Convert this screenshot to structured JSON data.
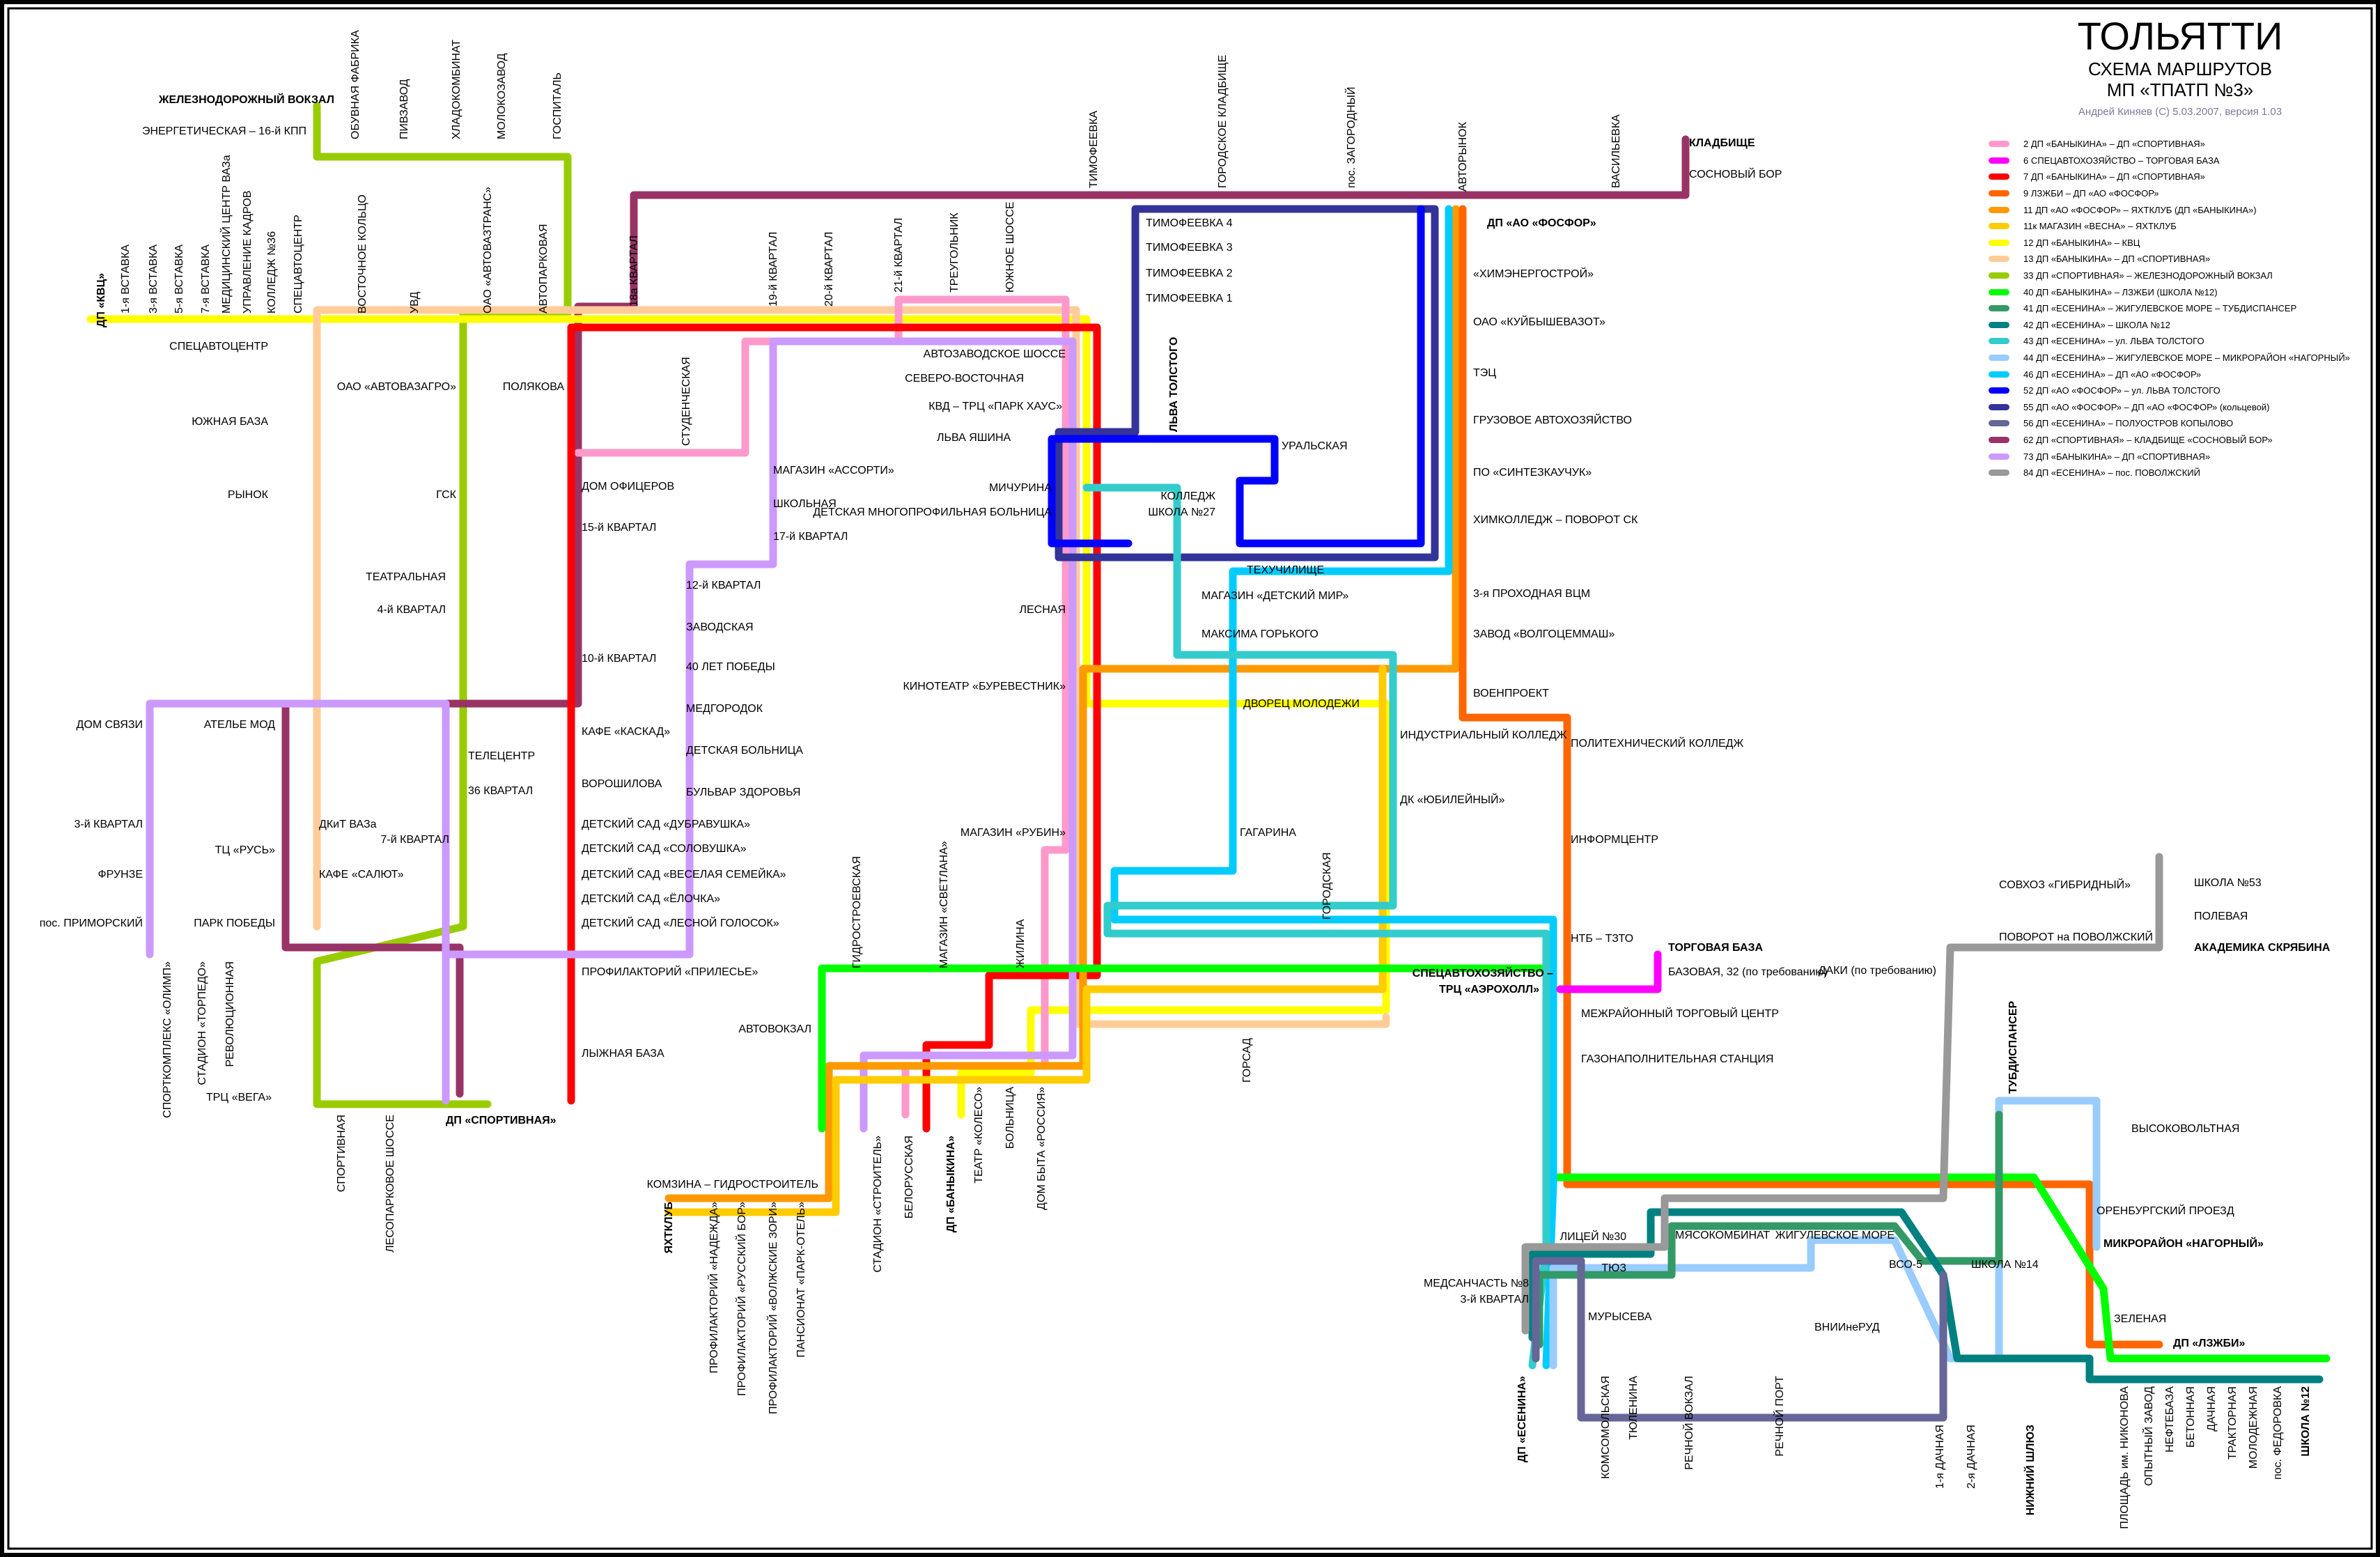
{
  "header": {
    "title": "ТОЛЬЯТТИ",
    "subtitle1": "СХЕМА МАРШРУТОВ",
    "subtitle2": "МП «ТПАТП №3»",
    "credit": "Андрей Киняев (С) 5.03.2007, версия 1.03"
  },
  "legend": [
    {
      "label": "2 ДП «БАНЫКИНА» – ДП «СПОРТИВНАЯ»",
      "color": "#ff99cc"
    },
    {
      "label": "6 СПЕЦАВТОХОЗЯЙСТВО – ТОРГОВАЯ БАЗА",
      "color": "#ff00ff"
    },
    {
      "label": "7 ДП «БАНЫКИНА» – ДП «СПОРТИВНАЯ»",
      "color": "#ff0000"
    },
    {
      "label": "9 ЛЗЖБИ – ДП «АО «ФОСФОР»",
      "color": "#ff6600"
    },
    {
      "label": "11 ДП «АО «ФОСФОР» – ЯХТКЛУБ (ДП «БАНЫКИНА»)",
      "color": "#ff9900"
    },
    {
      "label": "11к МАГАЗИН «ВЕСНА» – ЯХТКЛУБ",
      "color": "#ffcc00"
    },
    {
      "label": "12 ДП «БАНЫКИНА» – КВЦ",
      "color": "#ffff00"
    },
    {
      "label": "13 ДП «БАНЫКИНА» – ДП «СПОРТИВНАЯ»",
      "color": "#ffcc99"
    },
    {
      "label": "33 ДП «СПОРТИВНАЯ» – ЖЕЛЕЗНОДОРОЖНЫЙ ВОКЗАЛ",
      "color": "#99cc00"
    },
    {
      "label": "40 ДП «БАНЫКИНА» – ЛЗЖБИ (ШКОЛА №12)",
      "color": "#00ff00"
    },
    {
      "label": "41 ДП «ЕСЕНИНА» – ЖИГУЛЕВСКОЕ МОРЕ – ТУБДИСПАНСЕР",
      "color": "#339966"
    },
    {
      "label": "42 ДП «ЕСЕНИНА» – ШКОЛА №12",
      "color": "#008080"
    },
    {
      "label": "43 ДП «ЕСЕНИНА» – ул. ЛЬВА ТОЛСТОГО",
      "color": "#33cccc"
    },
    {
      "label": "44 ДП «ЕСЕНИНА» – ЖИГУЛЕВСКОЕ МОРЕ – МИКРОРАЙОН «НАГОРНЫЙ»",
      "color": "#99ccff"
    },
    {
      "label": "46 ДП «ЕСЕНИНА» – ДП «АО «ФОСФОР»",
      "color": "#00ccff"
    },
    {
      "label": "52 ДП «АО «ФОСФОР» – ул. ЛЬВА ТОЛСТОГО",
      "color": "#0000ff"
    },
    {
      "label": "55 ДП «АО «ФОСФОР» – ДП «АО «ФОСФОР» (кольцевой)",
      "color": "#333399"
    },
    {
      "label": "56 ДП «ЕСЕНИНА» – ПОЛУОСТРОВ КОПЫЛОВО",
      "color": "#666699"
    },
    {
      "label": "62 ДП «СПОРТИВНАЯ» – КЛАДБИЩЕ «СОСНОВЫЙ БОР»",
      "color": "#993366"
    },
    {
      "label": "73 ДП «БАНЫКИНА» – ДП «СПОРТИВНАЯ»",
      "color": "#cc99ff"
    },
    {
      "label": "84 ДП «ЕСЕНИНА» – пос. ПОВОЛЖСКИЙ",
      "color": "#999999"
    }
  ],
  "stations_h": [
    "ЖЕЛЕЗНОДОРОЖНЫЙ ВОКЗАЛ",
    "ЭНЕРГЕТИЧЕСКАЯ – 16-й КПП",
    "СПЕЦАВТОЦЕНТР",
    "ЮЖНАЯ БАЗА",
    "РЫНОК",
    "ОАО «АВТОВАЗАГРО»",
    "ПОЛЯКОВА",
    "ГСК",
    "ТЕАТРАЛЬНАЯ",
    "4-й КВАРТАЛ",
    "ДОМ ОФИЦЕРОВ",
    "15-й КВАРТАЛ",
    "10-й КВАРТАЛ",
    "КАФЕ «КАСКАД»",
    "ВОРОШИЛОВА",
    "ДЕТСКИЙ САД «ДУБРАВУШКА»",
    "ДЕТСКИЙ САД «СОЛОВУШКА»",
    "ДЕТСКИЙ САД «ВЕСЕЛАЯ СЕМЕЙКА»",
    "ДЕТСКИЙ САД «ЁЛОЧКА»",
    "ДЕТСКИЙ САД «ЛЕСНОЙ ГОЛОСОК»",
    "ПРОФИЛАКТОРИЙ «ПРИЛЕСЬЕ»",
    "ЛЫЖНАЯ БАЗА",
    "ТЕЛЕЦЕНТР",
    "36 КВАРТАЛ",
    "7-й КВАРТАЛ",
    "ПАРК ПОБЕДЫ",
    "ДОМ СВЯЗИ",
    "3-й КВАРТАЛ",
    "ФРУНЗЕ",
    "пос. ПРИМОРСКИЙ",
    "ТЦ «РУСЬ»",
    "ДП «СПОРТИВНАЯ»",
    "ТРЦ «ВЕГА»",
    "АТЕЛЬЕ МОД",
    "КАФЕ «САЛЮТ»",
    "ДКиТ ВАЗа",
    "12-й КВАРТАЛ",
    "ЗАВОДСКАЯ",
    "40 ЛЕТ ПОБЕДЫ",
    "МЕДГОРОДОК",
    "ДЕТСКАЯ БОЛЬНИЦА",
    "БУЛЬВАР ЗДОРОВЬЯ",
    "МАГАЗИН «АССОРТИ»",
    "ШКОЛЬНАЯ",
    "17-й КВАРТАЛ",
    "АВТОВОКЗАЛ",
    "КОМЗИНА – ГИДРОСТРОИТЕЛЬ",
    "АВТОЗАВОДСКОЕ ШОССЕ",
    "СЕВЕРО-ВОСТОЧНАЯ",
    "КВД – ТРЦ «ПАРК ХАУС»",
    "ЛЬВА ЯШИНА",
    "МИЧУРИНА",
    "ДЕТСКАЯ МНОГОПРОФИЛЬНАЯ БОЛЬНИЦА",
    "ЛЕСНАЯ",
    "КИНОТЕАТР «БУРЕВЕСТНИК»",
    "МАГАЗИН «РУБИН»",
    "ТИМОФЕЕВКА 4",
    "ТИМОФЕЕВКА 3",
    "ТИМОФЕЕВКА 2",
    "ТИМОФЕЕВКА 1",
    "УРАЛЬСКАЯ",
    "КОЛЛЕДЖ",
    "ШКОЛА №27",
    "ТЕХУЧИЛИЩЕ",
    "МАГАЗИН «ДЕТСКИЙ МИР»",
    "МАКСИМА ГОРЬКОГО",
    "ДВОРЕЦ МОЛОДЕЖИ",
    "ГАГАРИНА",
    "ДК «ЮБИЛЕЙНЫЙ»",
    "ИНДУСТРИАЛЬНЫЙ КОЛЛЕДЖ",
    "ДП «АО «ФОСФОР»",
    "«ХИМЭНЕРГОСТРОЙ»",
    "ОАО «КУЙБЫШЕВАЗОТ»",
    "ТЭЦ",
    "ГРУЗОВОЕ АВТОХОЗЯЙСТВО",
    "ПО «СИНТЕЗКАУЧУК»",
    "ХИМКОЛЛЕДЖ – ПОВОРОТ СК",
    "3-я ПРОХОДНАЯ ВЦМ",
    "ЗАВОД «ВОЛГОЦЕММАШ»",
    "ВОЕНПРОЕКТ",
    "ПОЛИТЕХНИЧЕСКИЙ КОЛЛЕДЖ",
    "ИНФОРМЦЕНТР",
    "НТБ – ТЗТО",
    "ТОРГОВАЯ БАЗА",
    "БАЗОВАЯ, 32 (по требованию)",
    "СПЕЦАВТОХОЗЯЙСТВО –",
    "ТРЦ «АЭРОХОЛЛ»",
    "МЕЖРАЙОННЫЙ ТОРГОВЫЙ ЦЕНТР",
    "ГАЗОНАПОЛНИТЕЛЬНАЯ СТАНЦИЯ",
    "ДАКИ (по требованию)",
    "ЛИЦЕЙ №30",
    "ТЮЗ",
    "МЯСОКОМБИНАТ",
    "МЕДСАНЧАСТЬ №8",
    "3-й КВАРТАЛ",
    "МУРЫСЕВА",
    "ВНИИнеРУД",
    "ЖИГУЛЕВСКОЕ МОРЕ",
    "ВСО-5",
    "ШКОЛА №14",
    "ЗЕЛЕНАЯ",
    "ДП «ЛЗЖБИ»",
    "ОРЕНБУРГСКИЙ ПРОЕЗД",
    "МИКРОРАЙОН «НАГОРНЫЙ»",
    "ВЫСОКОВОЛЬТНАЯ",
    "ШКОЛА №53",
    "ПОЛЕВАЯ",
    "АКАДЕМИКА СКРЯБИНА",
    "СОВХОЗ «ГИБРИДНЫЙ»",
    "ПОВОРОТ на ПОВОЛЖСКИЙ",
    "КЛАДБИЩЕ",
    "СОСНОВЫЙ БОР"
  ],
  "stations_v": [
    "ДП «КВЦ»",
    "1-я ВСТАВКА",
    "3-я ВСТАВКА",
    "5-я ВСТАВКА",
    "7-я ВСТАВКА",
    "МЕДИЦИНСКИЙ ЦЕНТР ВАЗа",
    "УПРАВЛЕНИЕ КАДРОВ",
    "КОЛЛЕДЖ №36",
    "СПЕЦАВТОЦЕНТР",
    "ВОСТОЧНОЕ КОЛЬЦО",
    "УВД",
    "ОАО «АВТОВАЗТРАНС»",
    "АВТОПАРКОВАЯ",
    "18а КВАРТАЛ",
    "СТУДЕНЧЕСКАЯ",
    "ОБУВНАЯ ФАБРИКА",
    "ПИВЗАВОД",
    "ХЛАДОКОМБИНАТ",
    "МОЛОКОЗАВОД",
    "ГОСПИТАЛЬ",
    "19-й КВАРТАЛ",
    "20-й КВАРТАЛ",
    "21-й КВАРТАЛ",
    "ТРЕУГОЛЬНИК",
    "ЮЖНОЕ ШОССЕ",
    "ТИМОФЕЕВКА",
    "ГОРОДСКОЕ КЛАДБИЩЕ",
    "пос. ЗАГОРОДНЫЙ",
    "АВТОРЫНОК",
    "ВАСИЛЬЕВКА",
    "СПОРТКОМПЛЕКС «ОЛИМП»",
    "СТАДИОН «ТОРПЕДО»",
    "РЕВОЛЮЦИОННАЯ",
    "СПОРТИВНАЯ",
    "ЛЕСОПАРКОВОЕ ШОССЕ",
    "ЯХТКЛУБ",
    "ПРОФИЛАКТОРИЙ «НАДЕЖДА»",
    "ПРОФИЛАКТОРИЙ «РУССКИЙ БОР»",
    "ПРОФИЛАКТОРИЙ «ВОЛЖСКИЕ ЗОРИ»",
    "ПАНСИОНАТ «ПАРК-ОТЕЛЬ»",
    "СТАДИОН «СТРОИТЕЛЬ»",
    "БЕЛОРУССКАЯ",
    "ДП «БАНЫКИНА»",
    "ТЕАТР «КОЛЕСО»",
    "БОЛЬНИЦА",
    "ДОМ БЫТА «РОССИЯ»",
    "ГОРСАД",
    "ДП «ЕСЕНИНА»",
    "КОМСОМОЛЬСКАЯ",
    "ТЮЛЕНИНА",
    "РЕЧНОЙ ВОКЗАЛ",
    "РЕЧНОЙ ПОРТ",
    "1-я ДАЧНАЯ",
    "2-я ДАЧНАЯ",
    "НИЖНИЙ ШЛЮЗ",
    "ПЛОЩАДЬ им. НИКОНОВА",
    "ОПЫТНЫЙ ЗАВОД",
    "НЕФТЕБАЗА",
    "БЕТОННАЯ",
    "ДАЧНАЯ",
    "ТРАКТОРНАЯ",
    "МОЛОДЕЖНАЯ",
    "пос. ФЕДОРОВКА",
    "ШКОЛА №12",
    "ЛЬВА ТОЛСТОГО",
    "ТУБДИСПАНСЕР",
    "ГИДРОСТРОЕВСКАЯ",
    "МАГАЗИН «СВЕТЛАНА»",
    "ЖИЛИНА",
    "ГОРОДСКАЯ"
  ]
}
